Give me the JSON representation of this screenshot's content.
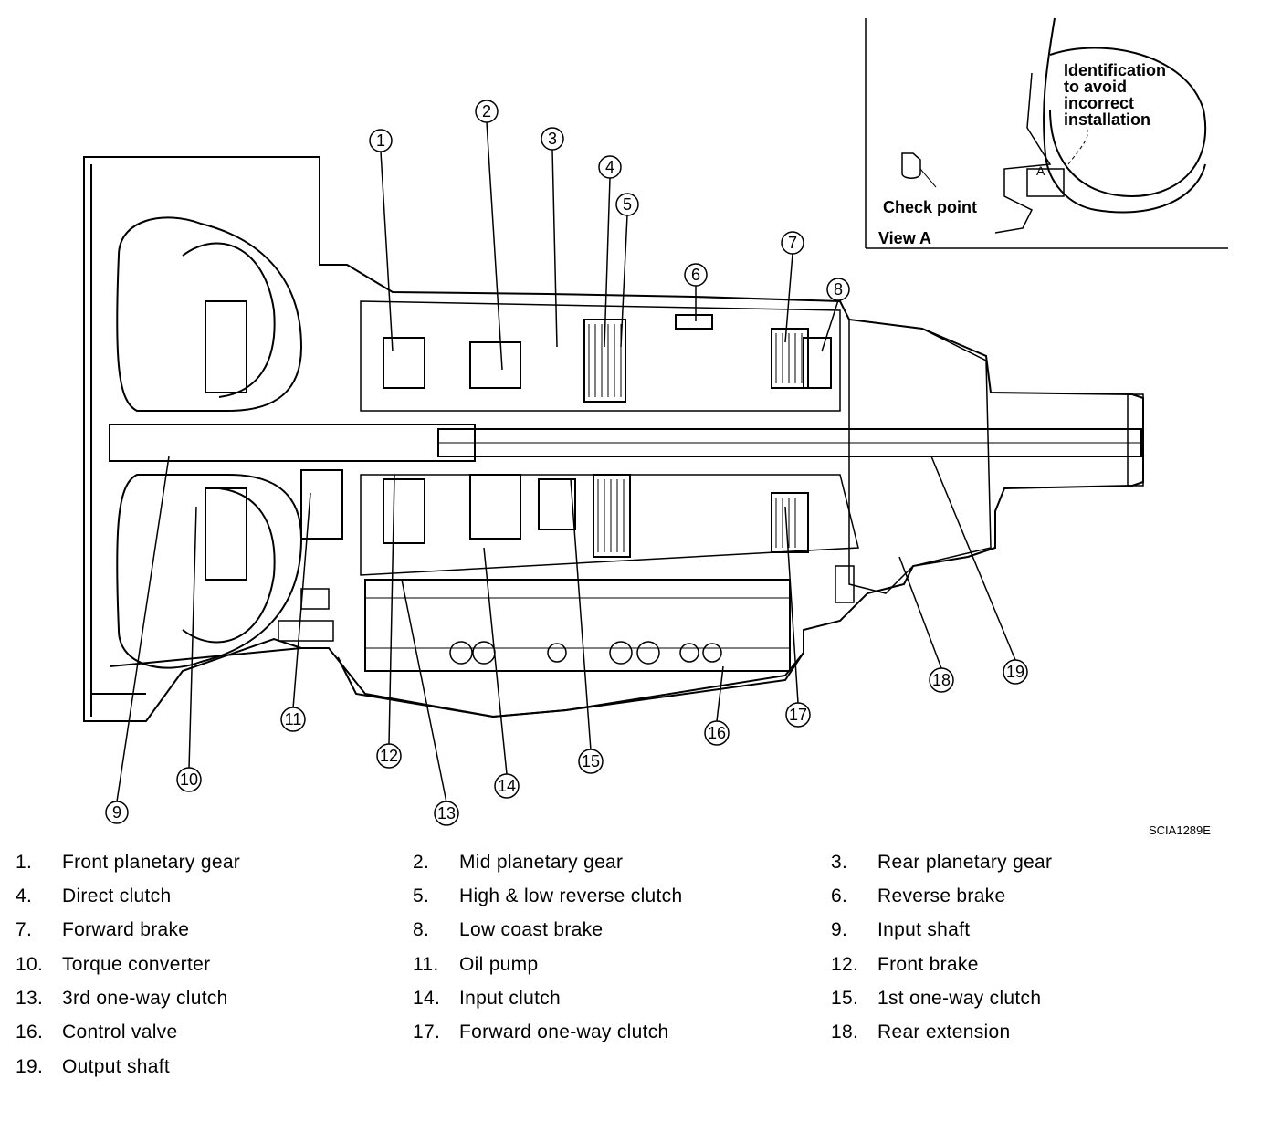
{
  "inset": {
    "identification_lines": [
      "Identification",
      "to avoid",
      "incorrect",
      "installation"
    ],
    "marker": "A",
    "check_point": "Check point",
    "view_label": "View A"
  },
  "reference_code": "SCIA1289E",
  "callouts": [
    "1",
    "2",
    "3",
    "4",
    "5",
    "6",
    "7",
    "8",
    "9",
    "10",
    "11",
    "12",
    "13",
    "14",
    "15",
    "16",
    "17",
    "18",
    "19"
  ],
  "legend": [
    {
      "num": "1.",
      "label": "Front planetary gear"
    },
    {
      "num": "2.",
      "label": "Mid planetary gear"
    },
    {
      "num": "3.",
      "label": "Rear planetary gear"
    },
    {
      "num": "4.",
      "label": "Direct clutch"
    },
    {
      "num": "5.",
      "label": "High & low reverse clutch"
    },
    {
      "num": "6.",
      "label": "Reverse brake"
    },
    {
      "num": "7.",
      "label": "Forward brake"
    },
    {
      "num": "8.",
      "label": "Low coast brake"
    },
    {
      "num": "9.",
      "label": "Input shaft"
    },
    {
      "num": "10.",
      "label": "Torque converter"
    },
    {
      "num": "11.",
      "label": "Oil pump"
    },
    {
      "num": "12.",
      "label": "Front brake"
    },
    {
      "num": "13.",
      "label": "3rd one-way clutch"
    },
    {
      "num": "14.",
      "label": "Input clutch"
    },
    {
      "num": "15.",
      "label": "1st one-way clutch"
    },
    {
      "num": "16.",
      "label": "Control valve"
    },
    {
      "num": "17.",
      "label": "Forward one-way clutch"
    },
    {
      "num": "18.",
      "label": "Rear extension"
    },
    {
      "num": "19.",
      "label": "Output shaft"
    }
  ]
}
